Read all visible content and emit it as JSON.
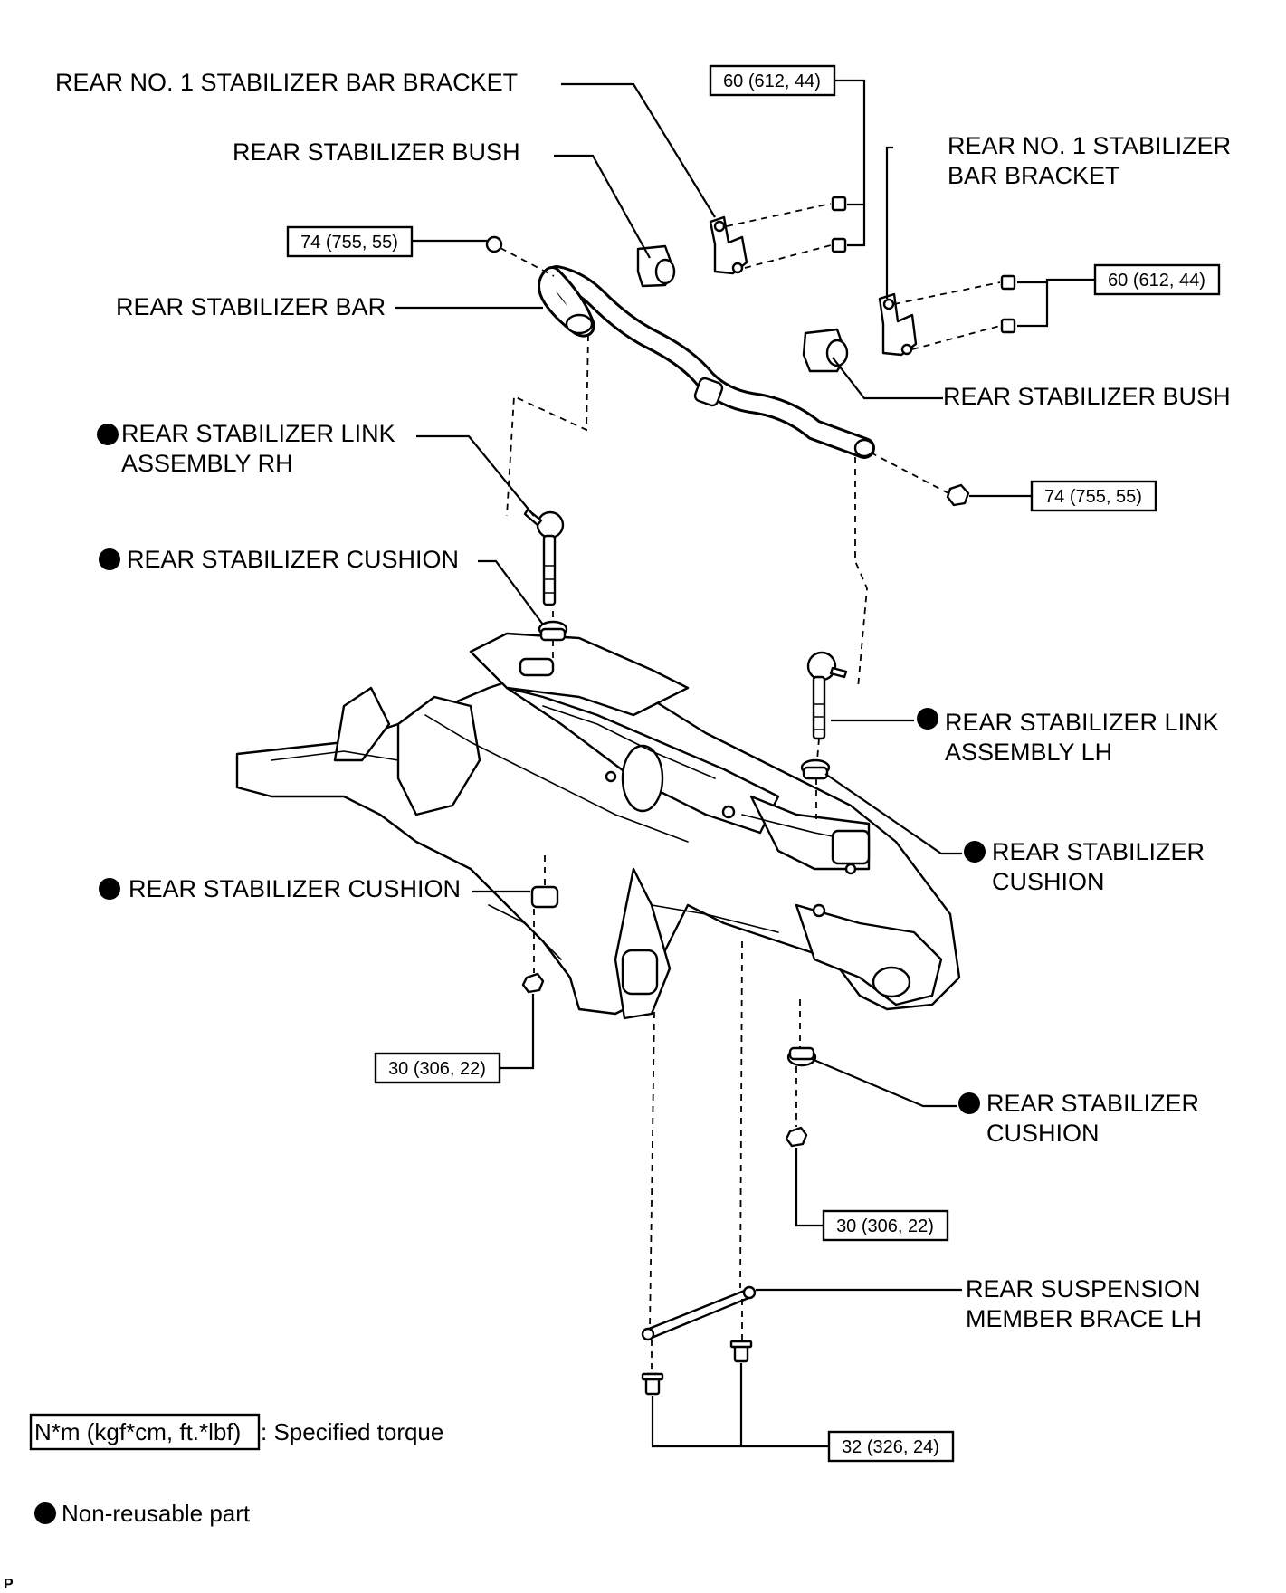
{
  "labels": {
    "bracket_rh": "REAR NO. 1 STABILIZER BAR BRACKET",
    "bush_rh": "REAR STABILIZER BUSH",
    "bar": "REAR STABILIZER BAR",
    "bracket_lh_1": "REAR NO. 1 STABILIZER",
    "bracket_lh_2": "BAR BRACKET",
    "bush_lh": "REAR STABILIZER BUSH",
    "link_rh_1": "REAR STABILIZER LINK",
    "link_rh_2": "ASSEMBLY RH",
    "cushion_rh_upper": "REAR STABILIZER CUSHION",
    "link_lh_1": "REAR STABILIZER LINK",
    "link_lh_2": "ASSEMBLY LH",
    "cushion_lh_upper_1": "REAR STABILIZER",
    "cushion_lh_upper_2": "CUSHION",
    "cushion_rh_lower": "REAR STABILIZER CUSHION",
    "cushion_lh_lower_1": "REAR STABILIZER",
    "cushion_lh_lower_2": "CUSHION",
    "brace_1": "REAR SUSPENSION",
    "brace_2": "MEMBER BRACE LH"
  },
  "torques": {
    "bracket_rh": "60 (612, 44)",
    "bracket_lh": "60 (612, 44)",
    "bar_nut_rh": "74 (755, 55)",
    "bar_nut_lh": "74 (755, 55)",
    "link_nut_rh": "30 (306, 22)",
    "link_nut_lh": "30 (306, 22)",
    "brace_bolts": "32 (326, 24)"
  },
  "legend": {
    "torque_unit": "N*m (kgf*cm, ft.*lbf)",
    "torque_text": ": Specified torque",
    "nonreusable_text": "Non-reusable part"
  },
  "corner_mark": "P"
}
